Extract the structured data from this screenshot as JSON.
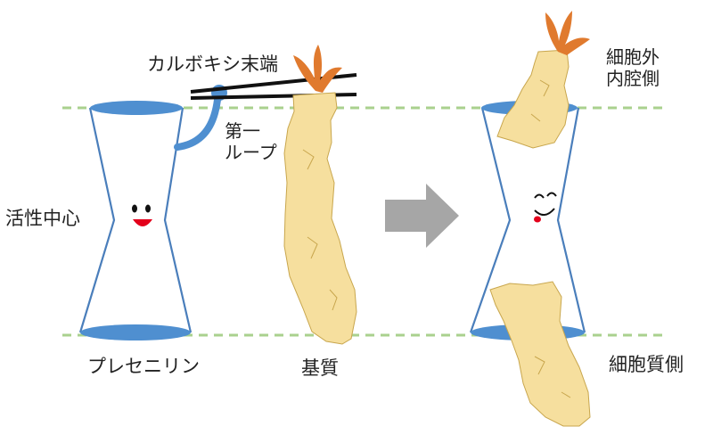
{
  "labels": {
    "carboxy_terminus": "カルボキシ末端",
    "first_loop_line1": "第一",
    "first_loop_line2": "ループ",
    "active_site": "活性中心",
    "presenilin": "プレセニリン",
    "substrate": "基質",
    "extracellular_line1": "細胞外",
    "extracellular_line2": "内腔側",
    "cytoplasmic": "細胞質側"
  },
  "colors": {
    "membrane_line": "#a9d18e",
    "presenilin_outline": "#4a7ebb",
    "presenilin_fill": "#4f8fd0",
    "substrate_fill": "#f6df9e",
    "substrate_stroke": "#c8a64d",
    "tip_fill": "#e07a2e",
    "arrow": "#a6a6a6",
    "smile": "#e3001b",
    "chopsticks": "#111111"
  }
}
